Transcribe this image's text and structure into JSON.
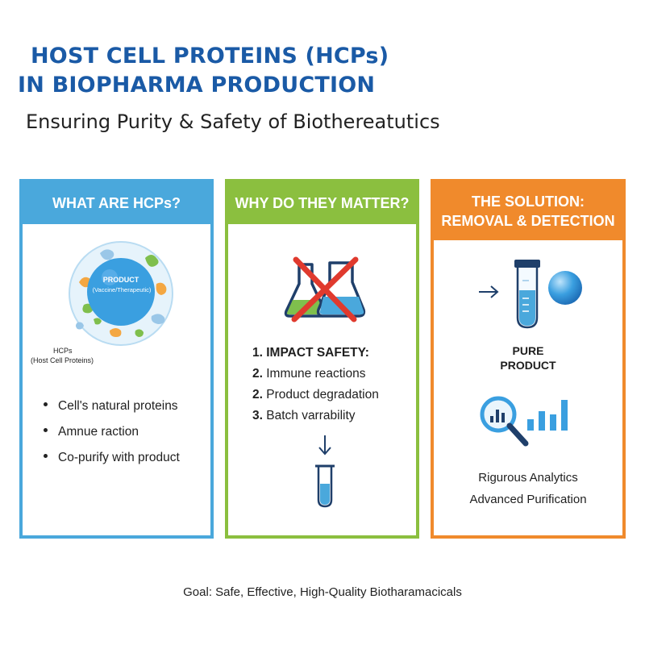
{
  "header": {
    "title_line1": "HOST CELL PROTEINS (HCPs)",
    "title_line2": "IN BIOPHARMA PRODUCTION",
    "subtitle": "Ensuring Purity & Safety of Biothereatutics"
  },
  "colors": {
    "title_blue": "#1a5aa6",
    "panel_blue": "#4aa8dc",
    "panel_green": "#8bbf3f",
    "panel_orange": "#f08a2c"
  },
  "panel_what": {
    "heading": "WHAT ARE HCPs?",
    "product_label": "PRODUCT",
    "product_sublabel": "(Vaccine/Therapeutic)",
    "hcps_label": "HCPs",
    "hcps_sublabel": "(Host Cell Proteins)",
    "icon": "cell-illustration",
    "bullets": [
      "Cell's natural proteins",
      "Amnue raction",
      "Co-purify with product"
    ]
  },
  "panel_why": {
    "heading": "WHY DO THEY MATTER?",
    "icon_top": "crossed-flasks-icon",
    "list_heading_num": "1.",
    "list_heading": "IMPACT SAFETY:",
    "items": [
      {
        "num": "2.",
        "text": "Immune reactions"
      },
      {
        "num": "2.",
        "text": "Product degradation"
      },
      {
        "num": "3.",
        "text": "Batch varrability"
      }
    ],
    "icon_arrow": "arrow-down-icon",
    "icon_bottom": "test-tube-icon"
  },
  "panel_solution": {
    "heading_line1": "THE SOLUTION:",
    "heading_line2": "REMOVAL & DETECTION",
    "icon_arrow": "arrow-right-icon",
    "icon_tube": "test-tube-icon",
    "icon_sphere": "product-sphere-icon",
    "pure_line1": "PURE",
    "pure_line2": "PRODUCT",
    "icon_analytics": "magnifier-chart-icon",
    "icon_bars": "bar-chart-icon",
    "methods": [
      "Rigurous Analytics",
      "Advanced Purification"
    ]
  },
  "footer": {
    "goal": "Goal: Safe, Effective, High-Quality Biotharamacicals"
  }
}
